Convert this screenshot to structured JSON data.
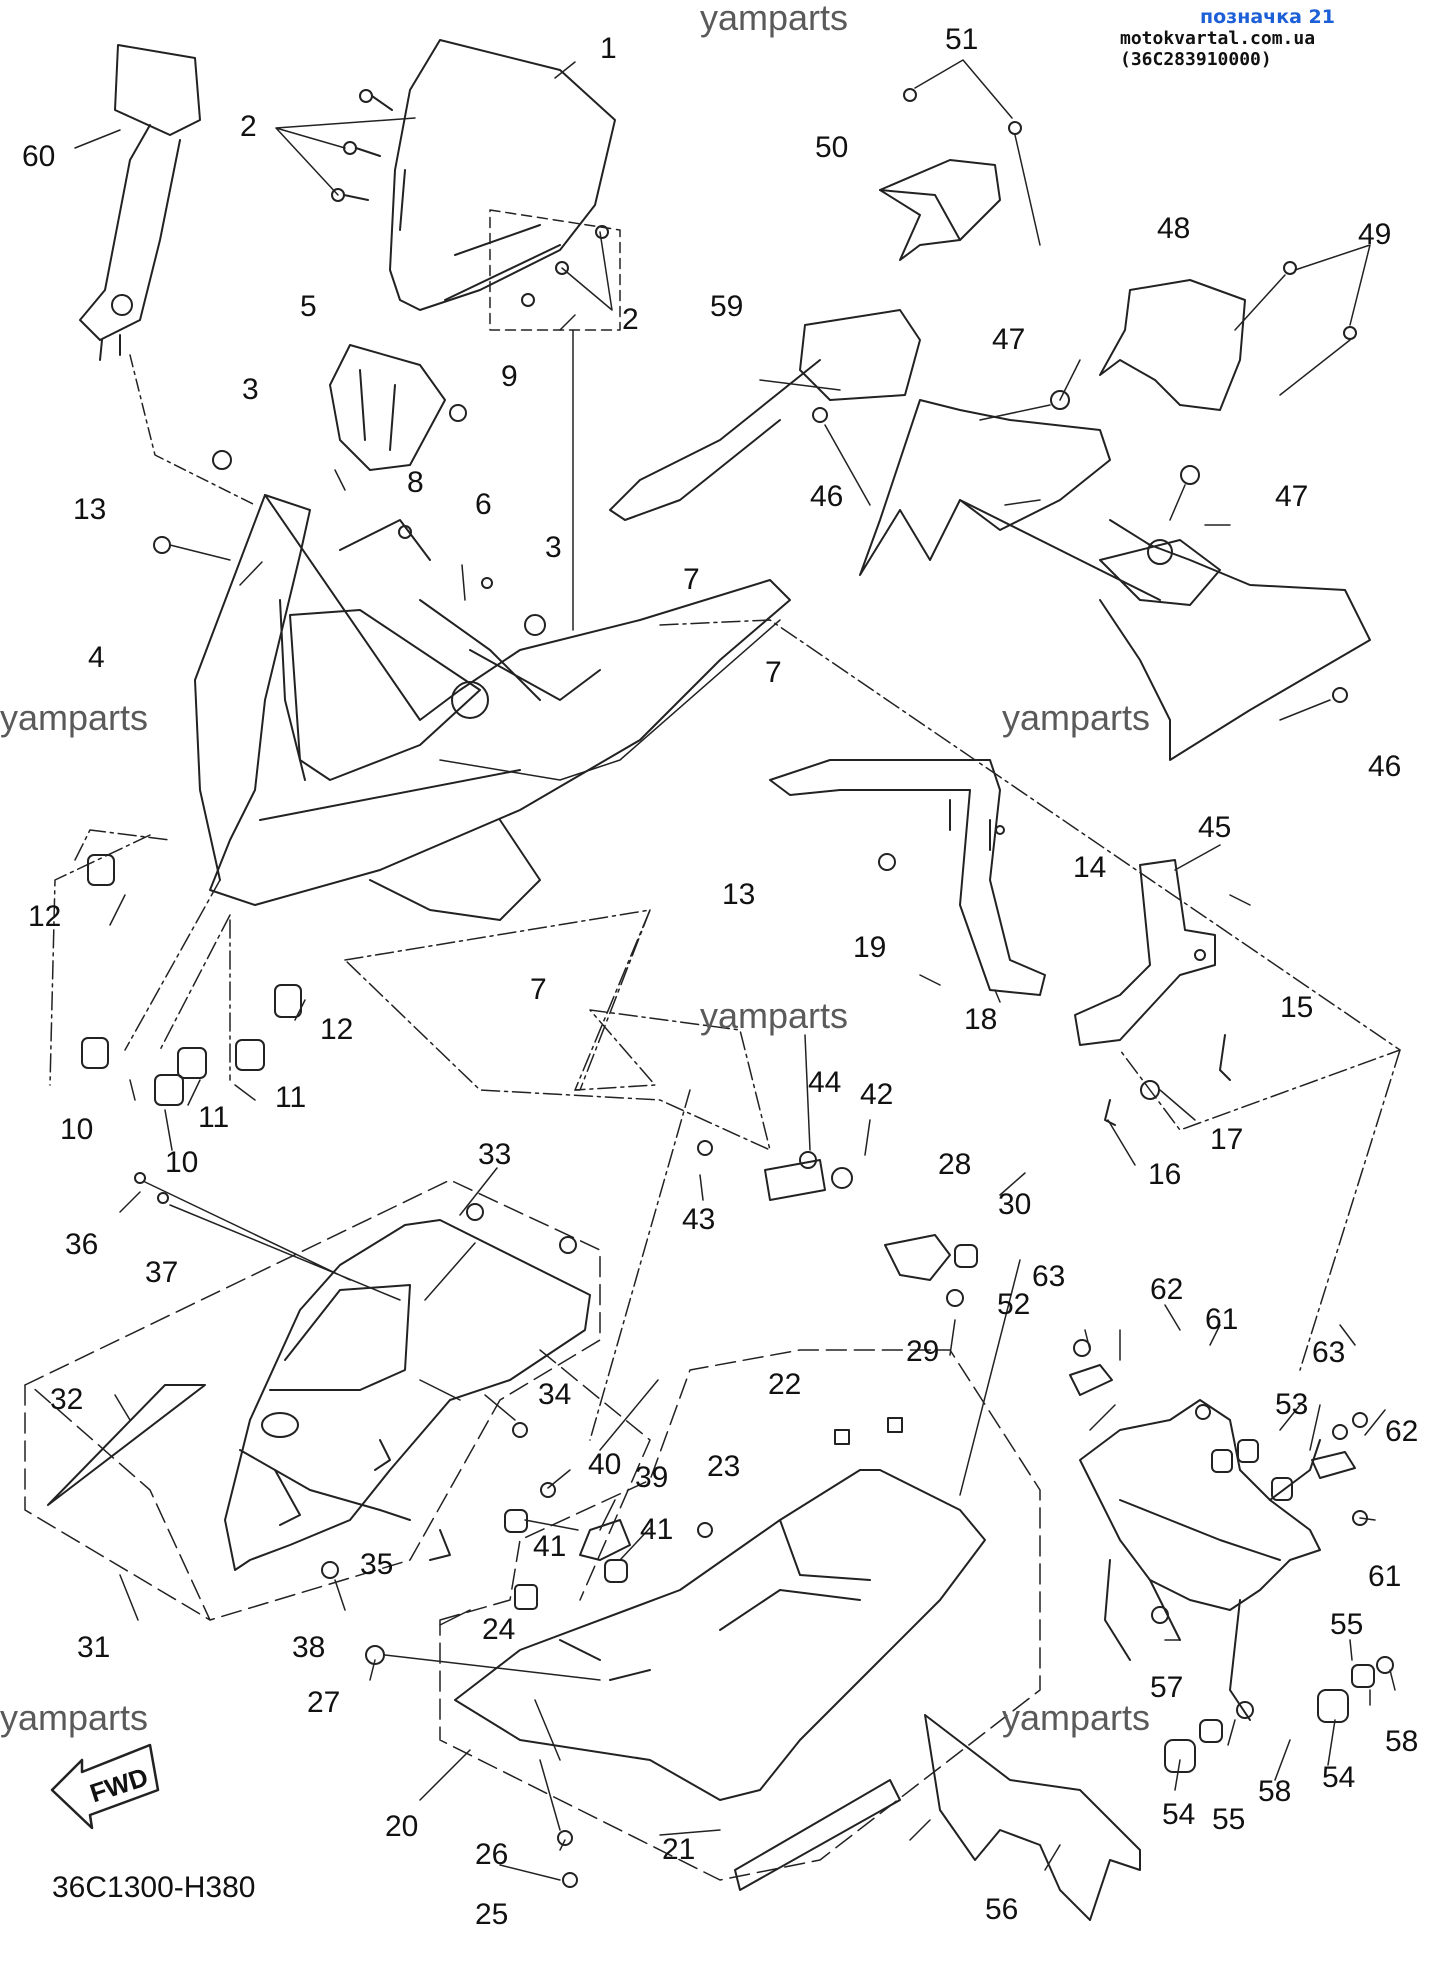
{
  "watermark": "yamparts",
  "reference_label": "позначка 21",
  "reference_site": "motokvartal.com.ua (36C283910000)",
  "drawing_code": "36C1300-H380",
  "forward_marker": "FWD",
  "part_numbers": [
    "1",
    "2",
    "2",
    "3",
    "3",
    "4",
    "5",
    "6",
    "7",
    "7",
    "7",
    "8",
    "9",
    "10",
    "10",
    "11",
    "11",
    "12",
    "12",
    "13",
    "13",
    "14",
    "15",
    "16",
    "17",
    "18",
    "19",
    "20",
    "21",
    "22",
    "23",
    "24",
    "25",
    "26",
    "27",
    "28",
    "29",
    "30",
    "31",
    "32",
    "33",
    "34",
    "35",
    "36",
    "37",
    "38",
    "39",
    "40",
    "41",
    "41",
    "42",
    "43",
    "44",
    "45",
    "46",
    "46",
    "47",
    "47",
    "48",
    "49",
    "50",
    "51",
    "52",
    "53",
    "54",
    "54",
    "55",
    "55",
    "56",
    "57",
    "58",
    "58",
    "59",
    "60",
    "61",
    "61",
    "62",
    "62",
    "63",
    "63"
  ]
}
